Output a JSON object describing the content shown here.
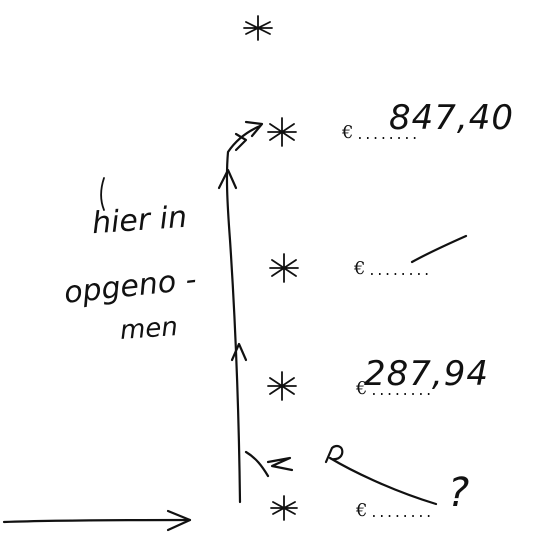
{
  "rows": [
    {
      "currency": "€",
      "dots": "........",
      "amount": "847,40"
    },
    {
      "currency": "€",
      "dots": "........",
      "amount": ""
    },
    {
      "currency": "€",
      "dots": "........",
      "amount": "287,94"
    },
    {
      "currency": "€",
      "dots": "........",
      "amount": "?"
    }
  ],
  "note": {
    "line1": "hier in",
    "line2": "opgeno -",
    "line3": "men"
  },
  "colors": {
    "ink": "#111111",
    "paper": "#ffffff"
  }
}
